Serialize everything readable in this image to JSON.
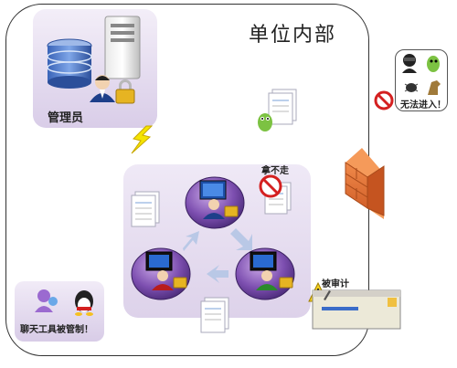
{
  "diagram": {
    "title": "单位内部",
    "admin_label": "管理员",
    "blocked_label": "无法进入！",
    "no_take_label": "拿不走",
    "audited_label": "被审计",
    "chat_label": "聊天工具被管制！",
    "colors": {
      "frame": "#333333",
      "panel_purple": "#d9cde8",
      "firewall": "#e8733a",
      "lightning": "#f5e400",
      "forbid_red": "#d42020",
      "arrow_blue": "#b9c8e6"
    }
  }
}
